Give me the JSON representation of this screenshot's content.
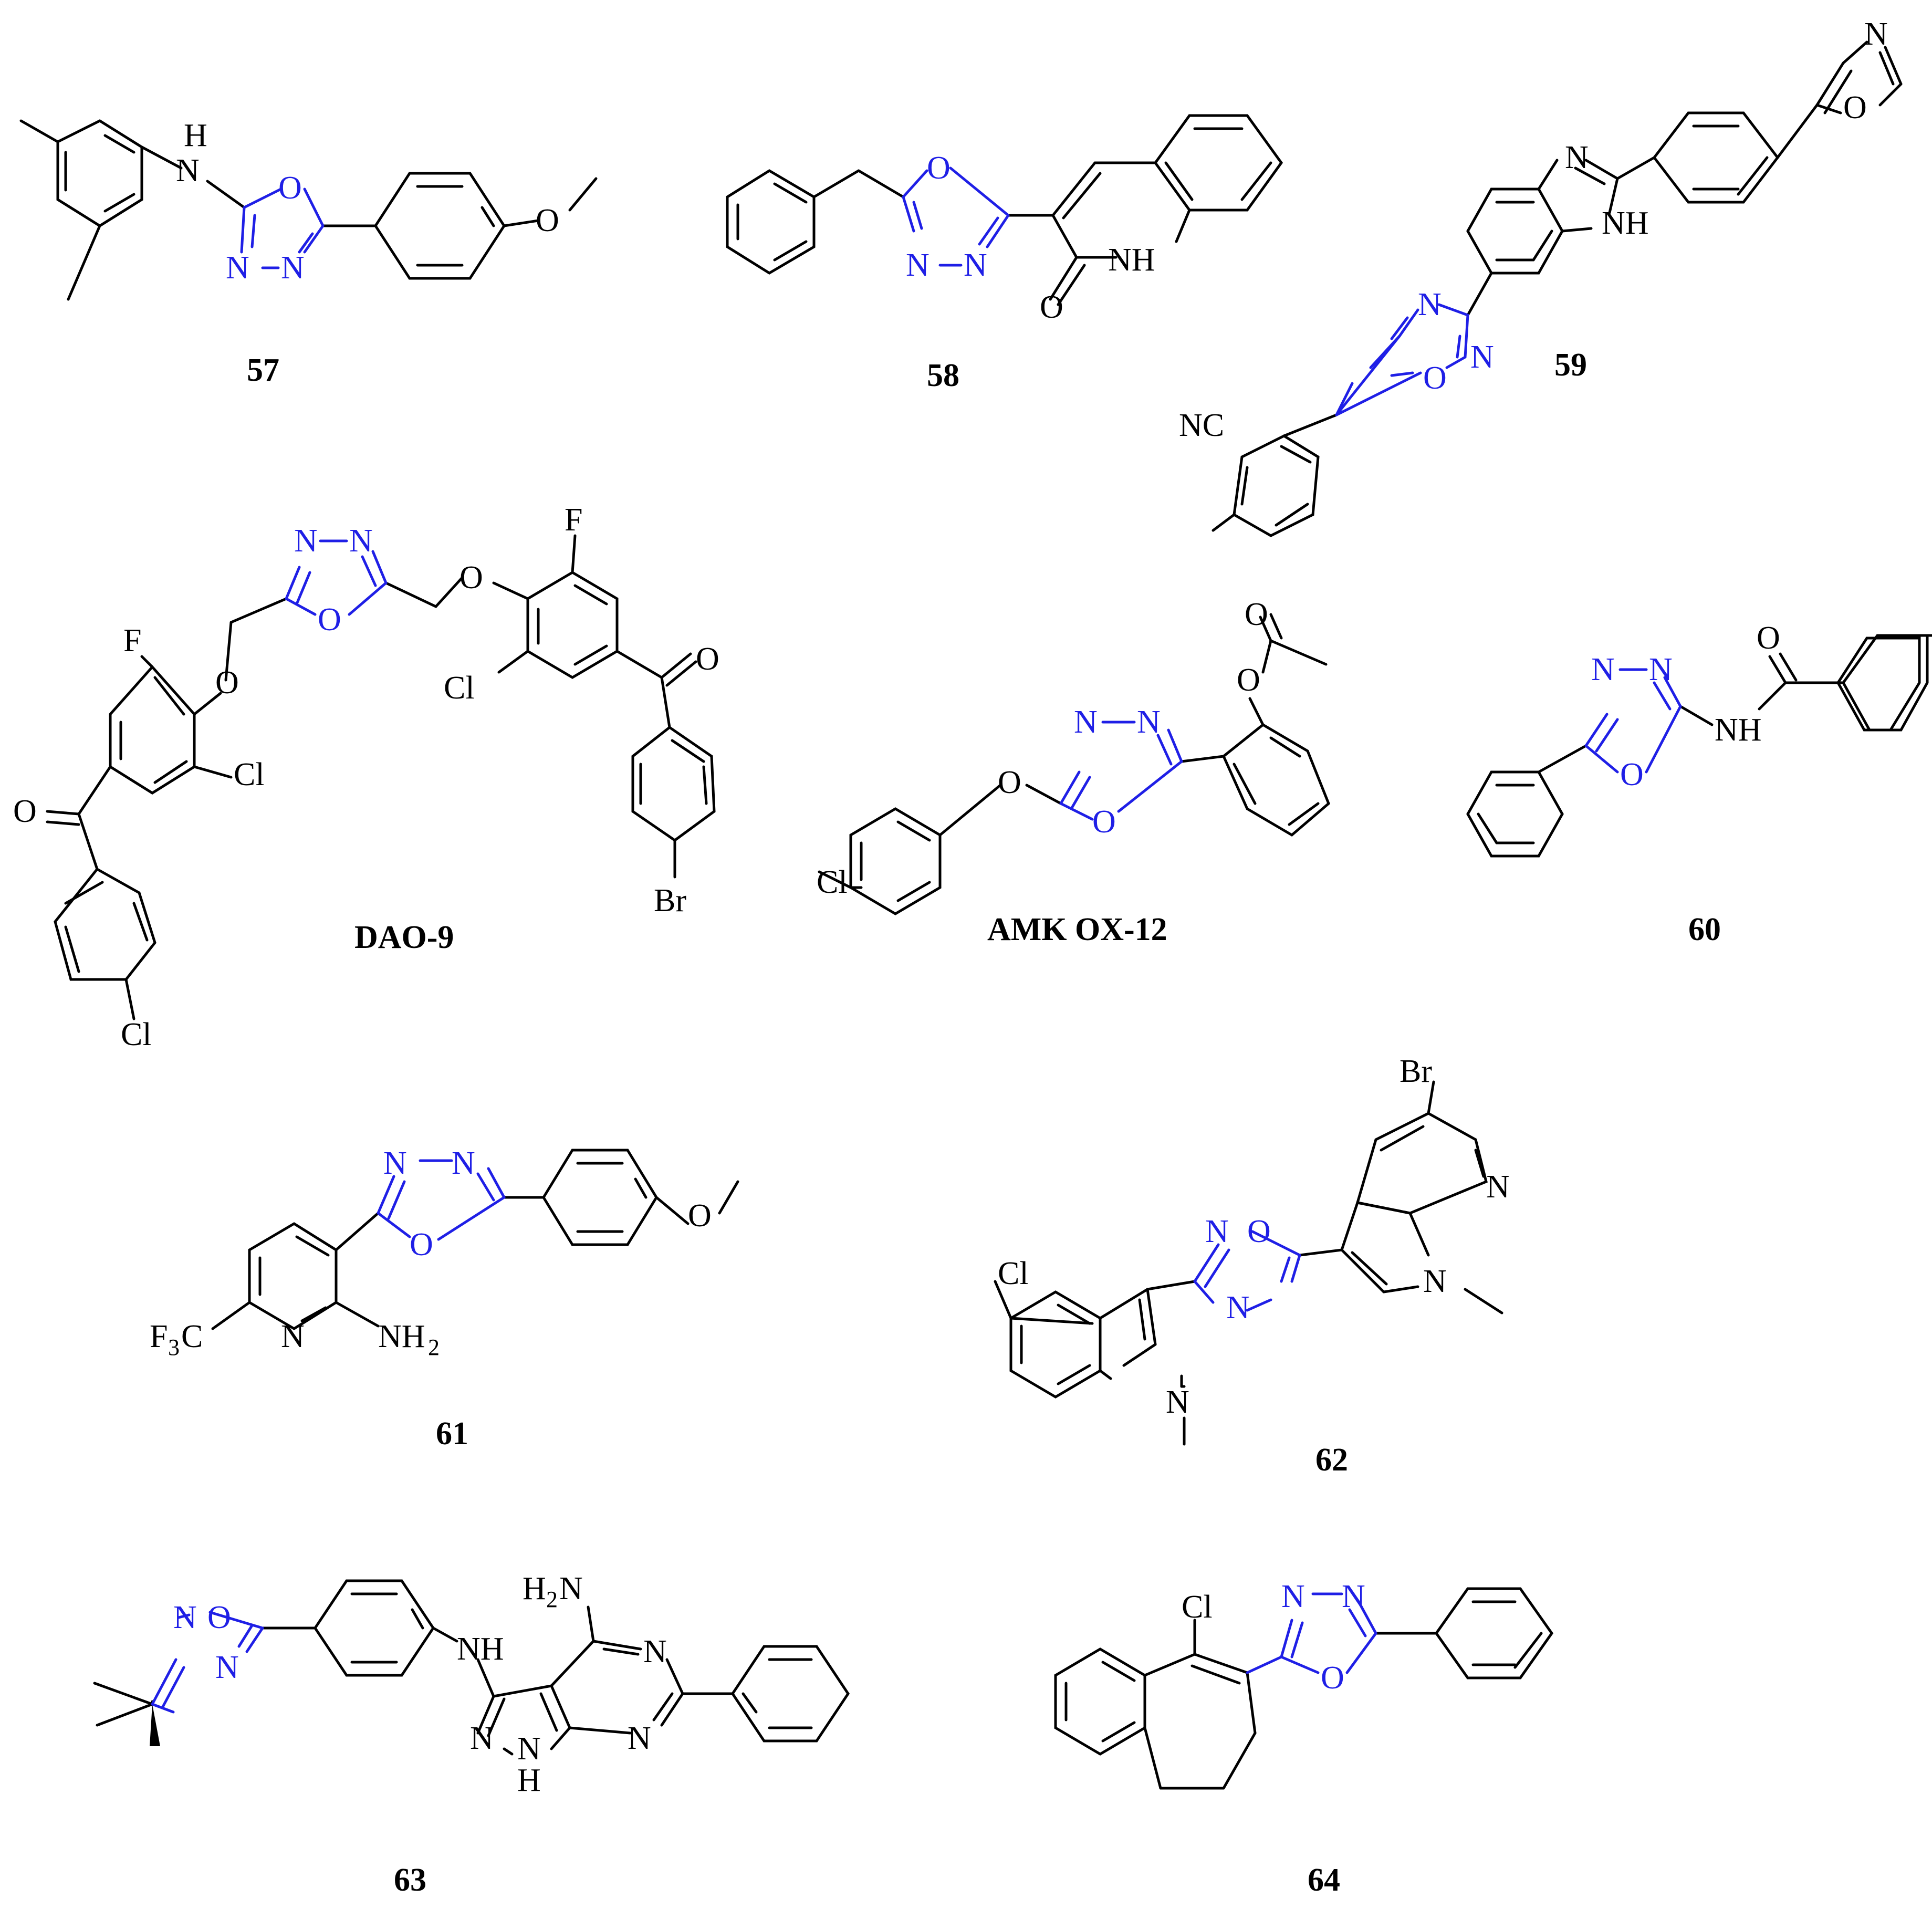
{
  "colors": {
    "ink": "#000000",
    "heterocycle": "#1f1fe6",
    "background": "#ffffff"
  },
  "compounds": [
    {
      "label": "57"
    },
    {
      "label": "58"
    },
    {
      "label": "59"
    },
    {
      "label": "DAO-9"
    },
    {
      "label": "AMK OX-12"
    },
    {
      "label": "60"
    },
    {
      "label": "61"
    },
    {
      "label": "62"
    },
    {
      "label": "63"
    },
    {
      "label": "64"
    }
  ],
  "atoms": {
    "N": "N",
    "O": "O",
    "H": "H",
    "NH": "NH",
    "NC": "NC",
    "F": "F",
    "Cl": "Cl",
    "Br": "Br",
    "F3C_main": "F",
    "F3C_sub": "3",
    "F3C_end": "C",
    "NH2_main": "NH",
    "NH2_sub": "2",
    "H2N_start": "H",
    "H2N_sub": "2",
    "H2N_end": "N"
  }
}
